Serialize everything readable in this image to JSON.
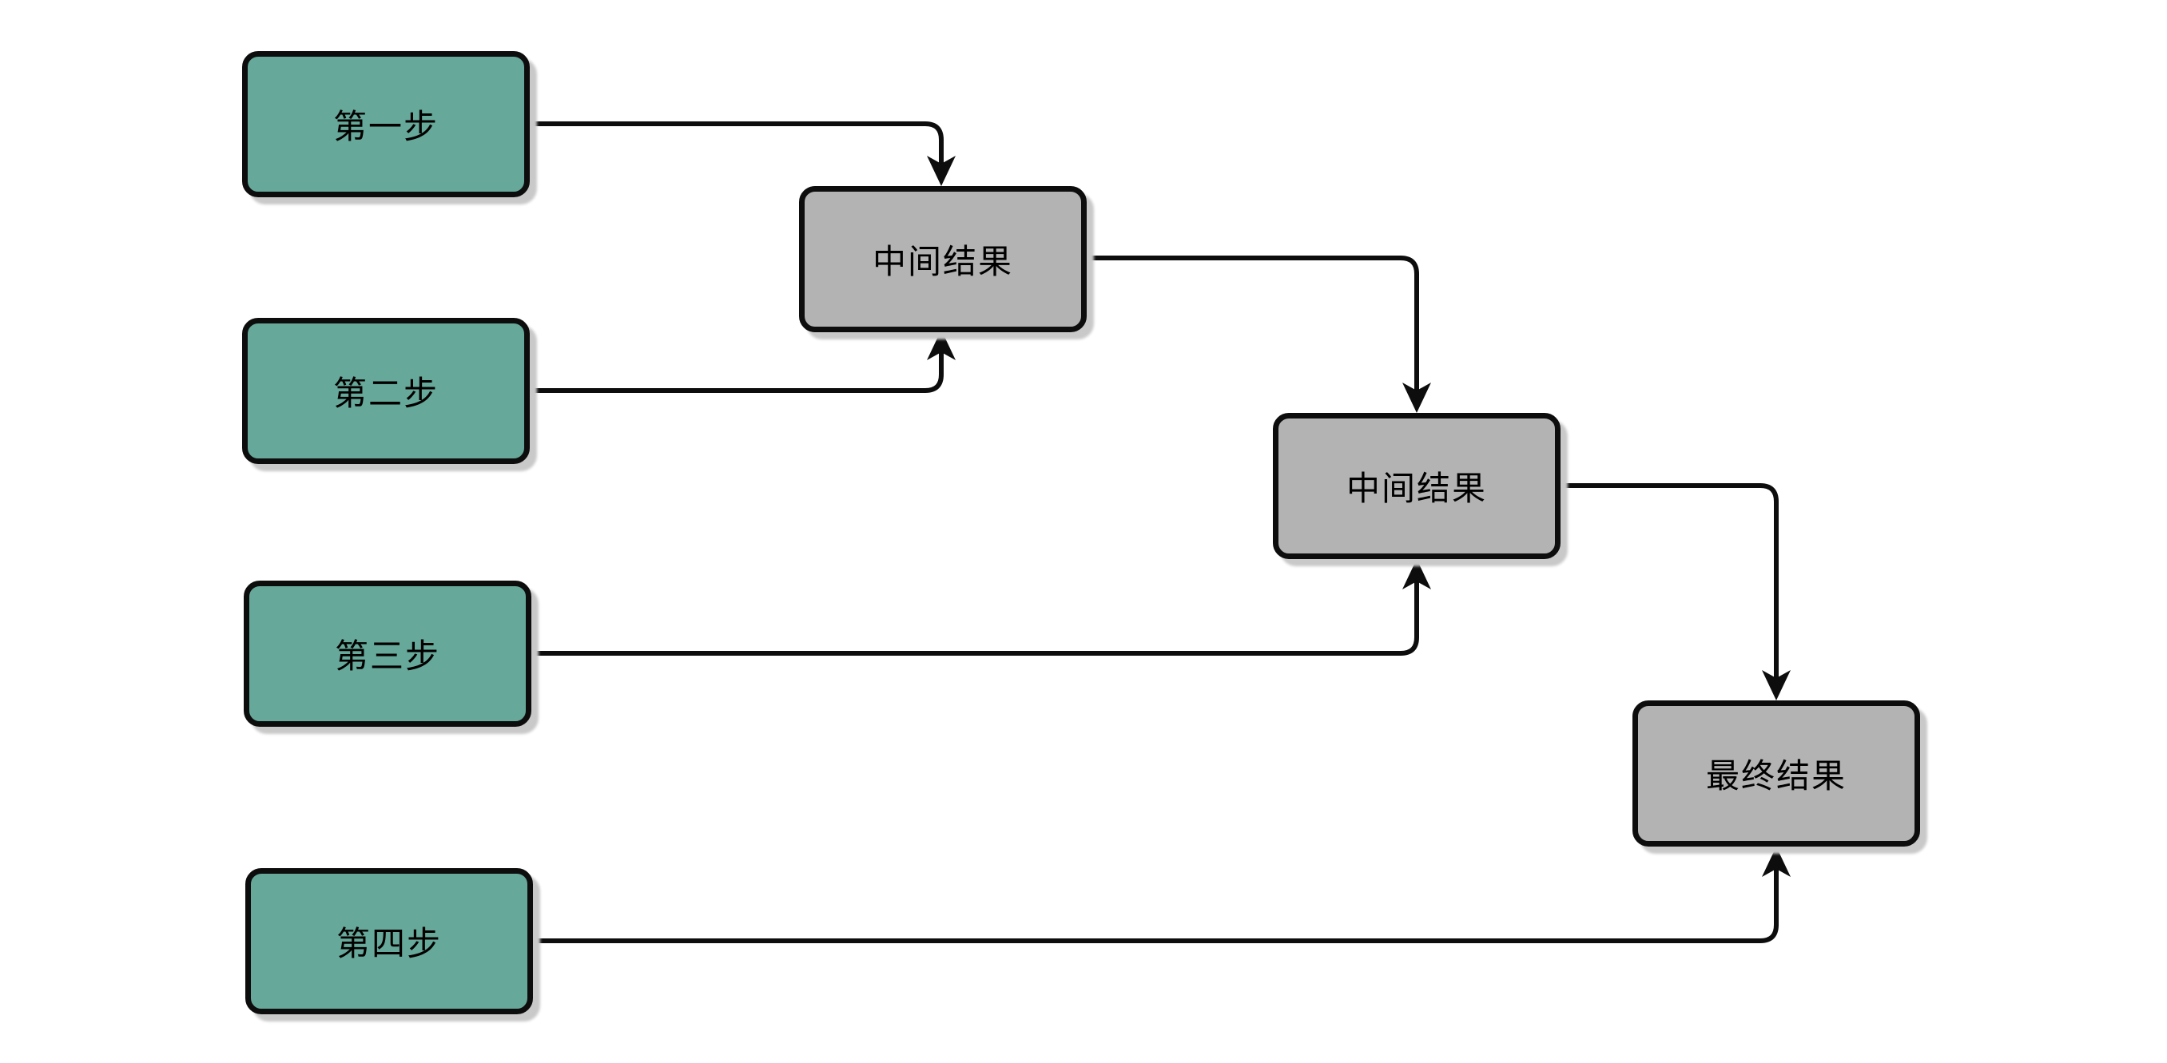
{
  "diagram": {
    "background_color": "#ffffff",
    "step_fill_color": "#66a899",
    "result_fill_color": "#b3b3b3",
    "border_color": "#0d0d0d",
    "connector_color": "#0d0d0d",
    "shadow_color": "#c9c9c9",
    "nodes": [
      {
        "id": "step1",
        "label": "第一步",
        "type": "step"
      },
      {
        "id": "step2",
        "label": "第二步",
        "type": "step"
      },
      {
        "id": "step3",
        "label": "第三步",
        "type": "step"
      },
      {
        "id": "step4",
        "label": "第四步",
        "type": "step"
      },
      {
        "id": "mid1",
        "label": "中间结果",
        "type": "result"
      },
      {
        "id": "mid2",
        "label": "中间结果",
        "type": "result"
      },
      {
        "id": "final",
        "label": "最终结果",
        "type": "result"
      }
    ],
    "edges": [
      {
        "from": "step1",
        "to": "mid1",
        "entry": "top"
      },
      {
        "from": "step2",
        "to": "mid1",
        "entry": "bottom"
      },
      {
        "from": "mid1",
        "to": "mid2",
        "entry": "top"
      },
      {
        "from": "step3",
        "to": "mid2",
        "entry": "bottom"
      },
      {
        "from": "mid2",
        "to": "final",
        "entry": "top"
      },
      {
        "from": "step4",
        "to": "final",
        "entry": "bottom"
      }
    ]
  }
}
